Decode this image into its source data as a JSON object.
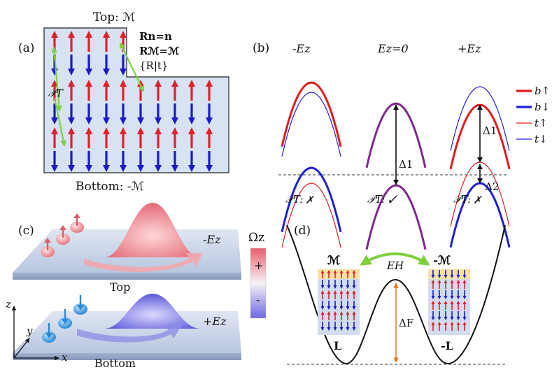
{
  "panel_a": {
    "label": "(a)",
    "top_label": "Top: ℳ",
    "bottom_label": "Bottom: -ℳ",
    "sym_line1": "Rn=n",
    "sym_line2": "Rℳ=ℳ",
    "sym_line3": "{R|t}",
    "pt_label": "𝒫T"
  },
  "panel_b": {
    "label": "(b)",
    "col_labels": [
      "-Ez",
      "Ez=0",
      "+Ez"
    ],
    "pt_labels": [
      "𝒫T: ✗",
      "𝒫T: ✓",
      "𝒫T: ✗"
    ],
    "gap_labels": [
      "Δ1",
      "Δ1",
      "Δ2"
    ],
    "legend": [
      {
        "label": "b↑",
        "color": "#e31a1c"
      },
      {
        "label": "b↓",
        "color": "#1f1fd6"
      },
      {
        "label": "t↑",
        "color": "#e31a1c"
      },
      {
        "label": "t↓",
        "color": "#1f1fd6"
      }
    ],
    "colors": {
      "up": "#e31a1c",
      "down": "#1f1fd6",
      "degenerate": "#7b2a8c"
    }
  },
  "panel_c": {
    "label": "(c)",
    "top_field": "-Ez",
    "bottom_field": "+Ez",
    "top_name": "Top",
    "bottom_name": "Bottom",
    "colorbar_title": "Ωz",
    "colorbar_plus": "+",
    "colorbar_minus": "-",
    "axes": [
      "z",
      "y",
      "x"
    ]
  },
  "panel_d": {
    "label": "(d)",
    "left_state": "ℳ",
    "right_state": "-ℳ",
    "left_L": "L",
    "right_L": "-L",
    "switch_label": "EH",
    "barrier_label": "ΔF",
    "colors": {
      "arrow": "#7fcf3f",
      "barrier": "#e07a20"
    }
  }
}
